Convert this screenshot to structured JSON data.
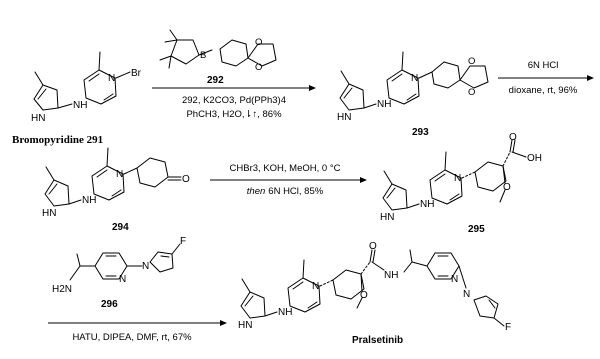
{
  "compounds": {
    "c291": {
      "label": "Bromopyridine 291",
      "br": "Br",
      "nh": "NH",
      "hn": "HN",
      "n": "N"
    },
    "c292": {
      "label": "292",
      "b": "B",
      "o": "O"
    },
    "c293": {
      "label": "293",
      "nh": "NH",
      "hn": "HN",
      "n": "N",
      "o": "O"
    },
    "c294": {
      "label": "294",
      "nh": "NH",
      "hn": "HN",
      "n": "N",
      "o": "O"
    },
    "c295": {
      "label": "295",
      "nh": "NH",
      "hn": "HN",
      "n": "N",
      "o": "O",
      "oh": "OH"
    },
    "c296": {
      "label": "296",
      "h2n": "H2N",
      "f": "F",
      "n": "N"
    },
    "product": {
      "label": "Pralsetinib",
      "nh": "NH",
      "hn": "HN",
      "n": "N",
      "o": "O",
      "f": "F"
    }
  },
  "steps": {
    "step1": {
      "reagents": "292, K2CO3, Pd(PPh3)4",
      "conditions": "PhCH3, H2O,⇂↑, 86%"
    },
    "step2": {
      "reagents": "6N HCl",
      "conditions": "dioxane, rt, 96%"
    },
    "step3": {
      "reagents": "CHBr3, KOH, MeOH, 0 °C",
      "conditions_prefix": "then",
      "conditions": "6N HCl, 85%"
    },
    "step4": {
      "reagents": "HATU, DIPEA, DMF, rt, 67%"
    }
  }
}
